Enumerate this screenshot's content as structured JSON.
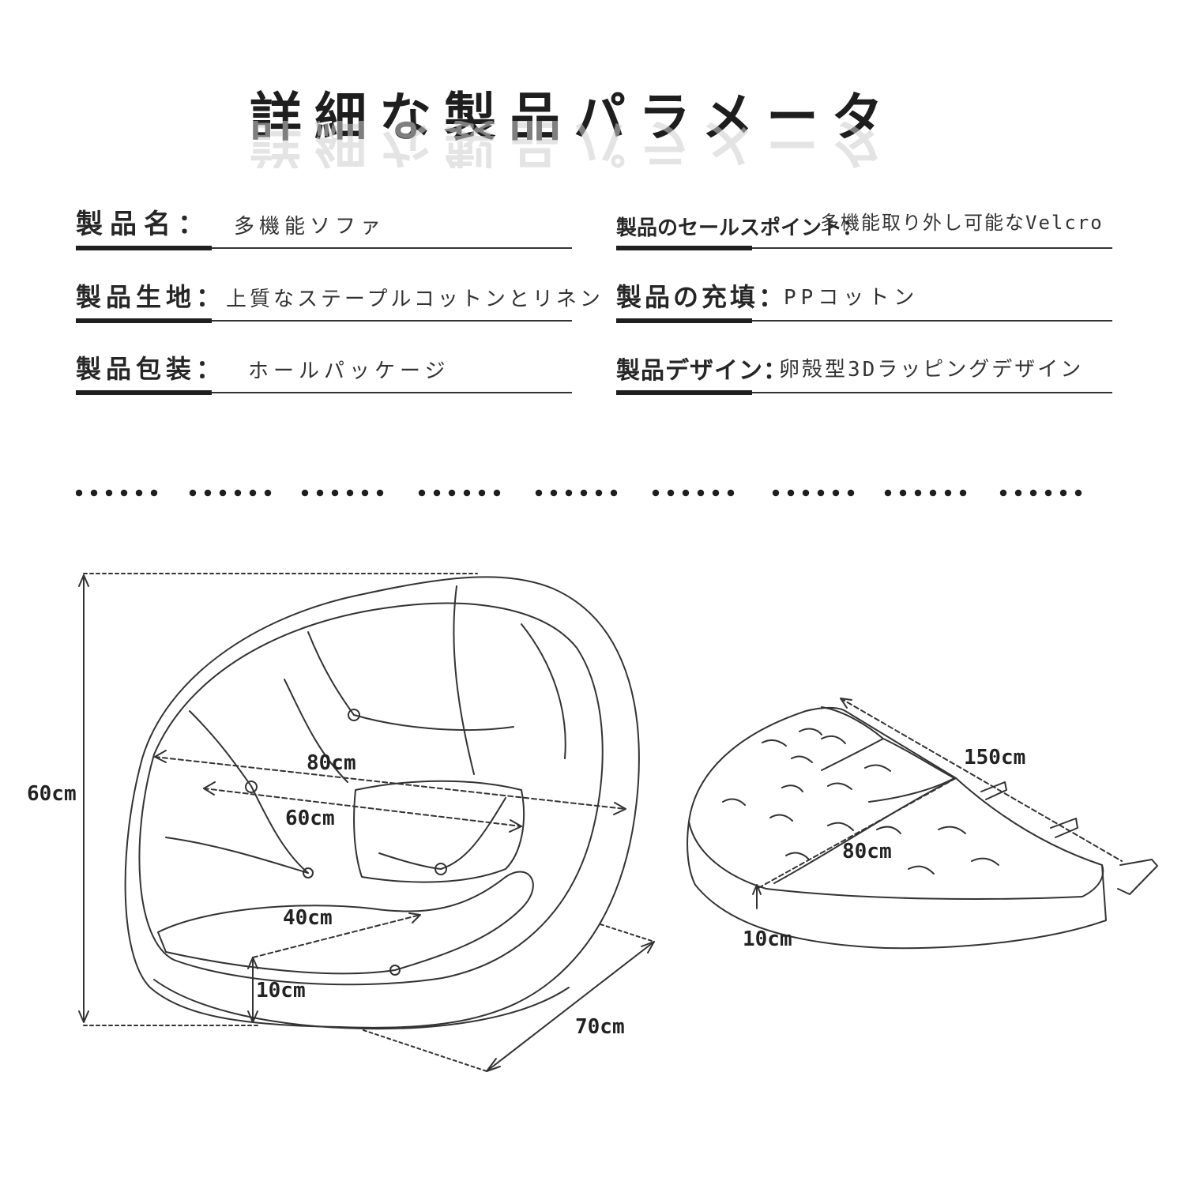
{
  "title": "詳細な製品パラメータ",
  "params": [
    {
      "id": "name",
      "label": "製品名",
      "sep": "：",
      "value": "多機能ソファ"
    },
    {
      "id": "fabric",
      "label": "製品生地",
      "sep": "：",
      "value": "上質なステープルコットンとリネン"
    },
    {
      "id": "package",
      "label": "製品包装",
      "sep": "：",
      "value": "ホールパッケージ"
    },
    {
      "id": "selling",
      "label": "製品のセールスポイント",
      "sep": "：",
      "value": "多機能取り外し可能なVelcro"
    },
    {
      "id": "filling",
      "label": "製品の充填",
      "sep": "：",
      "value": "PPコットン"
    },
    {
      "id": "design",
      "label": "製品デザイン",
      "sep": "：",
      "value": "卵殻型3Dラッピングデザイン"
    }
  ],
  "divider_dots": "••••••",
  "dimensions": {
    "chair_height": "60cm",
    "chair_width": "80cm",
    "chair_inner": "60cm",
    "seat_depth": "40cm",
    "chair_thickness": "10cm",
    "chair_depth": "70cm",
    "mat_length": "150cm",
    "mat_width": "80cm",
    "mat_thickness": "10cm"
  }
}
